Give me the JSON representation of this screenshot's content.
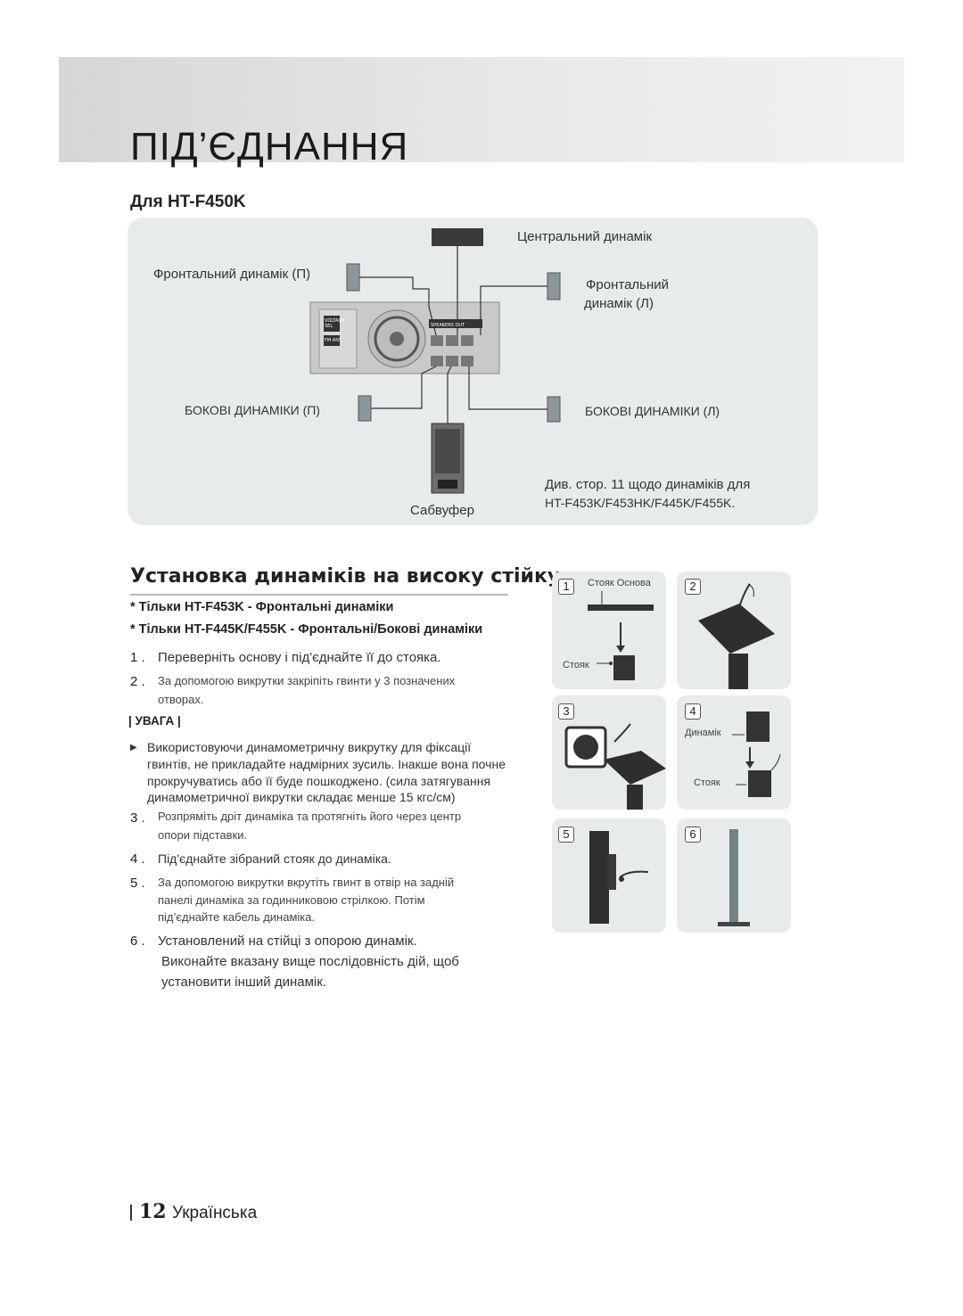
{
  "header": {
    "title": "ПІД’ЄДНАННЯ"
  },
  "diagram": {
    "model_heading": "Для HT-F450K",
    "center_label": "Центральний динамік",
    "front_r_label": "Фронтальний динамік (П)",
    "front_l_label_1": "Фронтальний",
    "front_l_label_2": "динамік (Л)",
    "side_r_label": "БОКОВІ ДИНАМІКИ (П)",
    "side_l_label": "БОКОВІ ДИНАМІКИ (Л)",
    "subwoofer_label": "Сабвуфер",
    "note_1": "Див. стор. 11 щодо динаміків для",
    "note_2": "HT-F453K/F453HK/F445K/F455K.",
    "unit_label_speakers_out": "SPEAKERS OUT",
    "unit_label_voltage": "VOLTAGE SEL",
    "unit_label_fm": "FM ANT"
  },
  "section": {
    "title": "Установка динаміків на високу стійку",
    "note_1": "* Тільки HT-F453K  - Фронтальні динаміки",
    "note_2": "* Тільки HT-F445K/F455K  - Фронтальні/Бокові динаміки",
    "steps": [
      {
        "num": "1 .",
        "text": "Переверніть основу і під'єднайте її до стояка."
      },
      {
        "num": "2 .",
        "line1": "За допомогою викрутки закріпіть гвинти у 3 позначених",
        "line2": "отворах."
      },
      {
        "num": "3 .",
        "line1": "Розпряміть дріт динаміка та протягніть його через центр",
        "line2": "опори підставки."
      },
      {
        "num": "4 .",
        "text": "Під'єднайте зібраний стояк до динаміка."
      },
      {
        "num": "5 .",
        "line1": "За допомогою викрутки вкрутіть гвинт в отвір на задній",
        "line2": "панелі динаміка за годинниковою стрілкою. Потім",
        "line3": "під’єднайте кабель динаміка."
      },
      {
        "num": "6 .",
        "line1": "Установлений на стійці з опорою динамік.",
        "line2": "Виконайте вказану вище послідовність дій, щоб",
        "line3": "установити інший динамік."
      }
    ],
    "caution": {
      "label": "| УВАГА |",
      "arrow": "▶",
      "lines": [
        "Використовуючи динамометричну викрутку для фіксації",
        "гвинтів, не прикладайте надмірних зусиль. Інакше вона почне",
        "прокручуватись або її буде пошкоджено. (сила затягування",
        "динамометричної викрутки складає менше 15 кгс/см)"
      ]
    }
  },
  "panels": {
    "p1": {
      "badge": "1",
      "label_top": "Стояк Основа",
      "label_stand": "Стояк"
    },
    "p2": {
      "badge": "2"
    },
    "p3": {
      "badge": "3"
    },
    "p4": {
      "badge": "4",
      "label_speaker": "Динамік",
      "label_stand": "Стояк"
    },
    "p5": {
      "badge": "5"
    },
    "p6": {
      "badge": "6"
    }
  },
  "footer": {
    "page_number": "12",
    "language": "Українська"
  }
}
